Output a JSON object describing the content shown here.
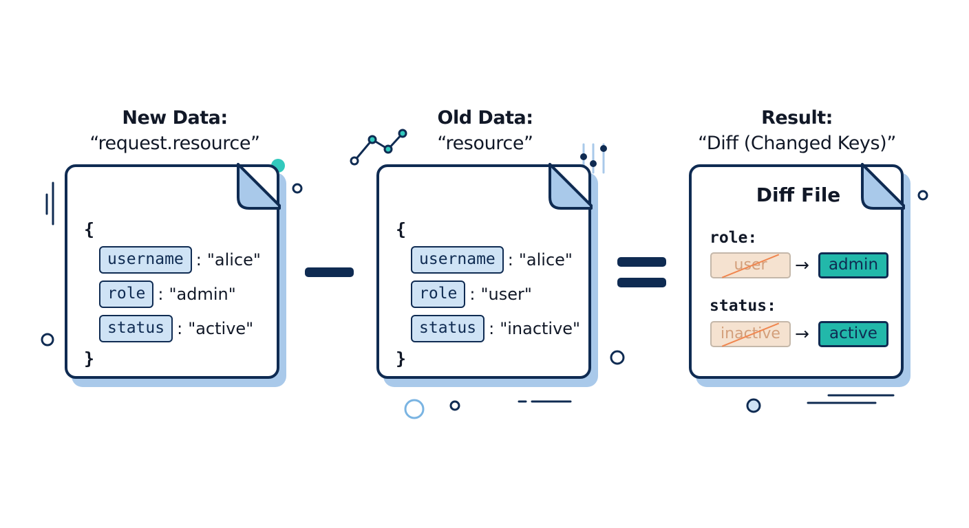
{
  "colors": {
    "navy": "#0f2b52",
    "blue_shadow": "#a9c9ea",
    "light_blue": "#cfe3f5",
    "teal": "#22b8aa",
    "peach": "#f5e2d0",
    "strike": "#f0864f"
  },
  "panels": {
    "new": {
      "title": "New Data:",
      "subtitle": "“request.resource”",
      "entries": [
        {
          "key": "username",
          "value": "\"alice\""
        },
        {
          "key": "role",
          "value": "\"admin\""
        },
        {
          "key": "status",
          "value": "\"active\""
        }
      ],
      "brace_open": "{",
      "brace_close": "}"
    },
    "old": {
      "title": "Old Data:",
      "subtitle": "“resource”",
      "entries": [
        {
          "key": "username",
          "value": "\"alice\""
        },
        {
          "key": "role",
          "value": "\"user\""
        },
        {
          "key": "status",
          "value": "\"inactive\""
        }
      ],
      "brace_open": "{",
      "brace_close": "}"
    },
    "result": {
      "title": "Result:",
      "subtitle": "“Diff (Changed Keys)”",
      "diff_title": "Diff File",
      "changes": [
        {
          "key": "role:",
          "old": "user",
          "new": "admin"
        },
        {
          "key": "status:",
          "old": "inactive",
          "new": "active"
        }
      ],
      "arrow": "→"
    }
  },
  "punctuation": {
    "colon": ":"
  },
  "operators": {
    "minus": "minus",
    "equals": "equals"
  },
  "icons": {
    "fold": "page-fold-icon",
    "line_chart": "line-chart-icon",
    "sliders": "sliders-icon"
  }
}
